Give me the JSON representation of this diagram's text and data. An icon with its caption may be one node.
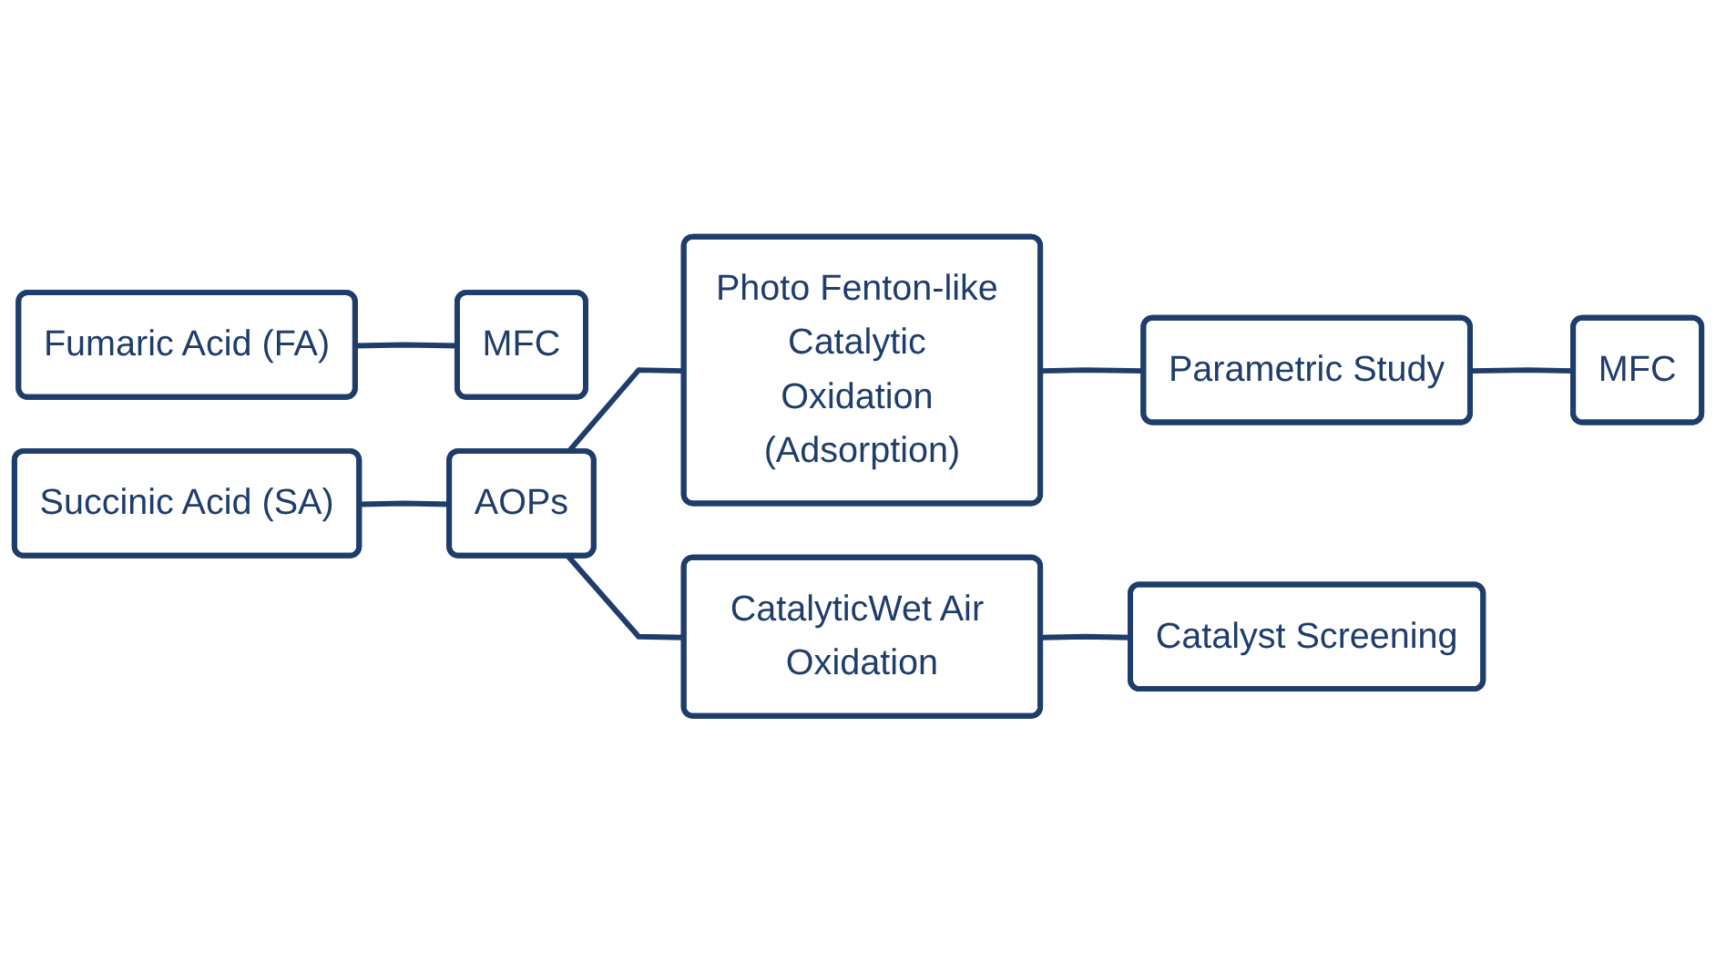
{
  "diagram": {
    "nodes": [
      {
        "text": [
          "Fumaric Acid (FA)"
        ]
      },
      {
        "text": [
          "MFC"
        ]
      },
      {
        "text": [
          "Succinic Acid (SA)"
        ]
      },
      {
        "text": [
          "AOPs"
        ]
      },
      {
        "text": [
          "Photo Fenton-like Catalytic Oxidation (Adsorption)"
        ]
      },
      {
        "text": [
          "Parametric Study"
        ]
      },
      {
        "text": [
          "MFC"
        ]
      },
      {
        "text": [
          "CatalyticWet Air Oxidation"
        ]
      },
      {
        "text": [
          "Catalyst Screening"
        ]
      }
    ],
    "edges": [
      {
        "from": 0,
        "to": 1,
        "arrow": "none"
      },
      {
        "from": 2,
        "to": 3,
        "arrow": "none"
      },
      {
        "from": 3,
        "to": 4,
        "arrow": "none"
      },
      {
        "from": 3,
        "to": 7,
        "arrow": "none"
      },
      {
        "from": 4,
        "to": 5,
        "arrow": "none"
      },
      {
        "from": 5,
        "to": 6,
        "arrow": "none"
      },
      {
        "from": 7,
        "to": 8,
        "arrow": "none"
      }
    ]
  }
}
